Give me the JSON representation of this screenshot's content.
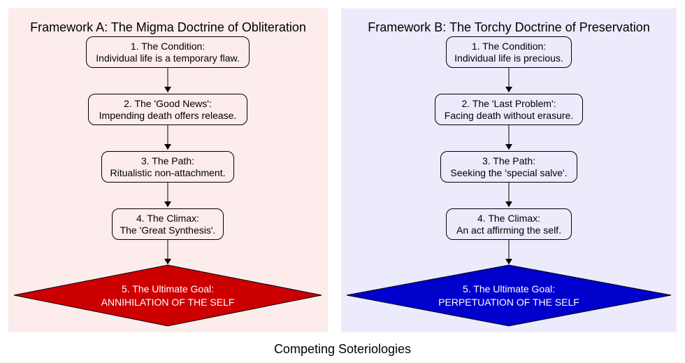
{
  "framework_a": {
    "title": "Framework A: The Migma Doctrine of Obliteration",
    "steps": [
      {
        "title": "1. The Condition:",
        "text": "Individual life is a temporary flaw."
      },
      {
        "title": "2. The 'Good News':",
        "text": "Impending death offers release."
      },
      {
        "title": "3. The Path:",
        "text": "Ritualistic non-attachment."
      },
      {
        "title": "4. The Climax:",
        "text": "The 'Great Synthesis'."
      }
    ],
    "goal": {
      "title": "5. The Ultimate Goal:",
      "text": "ANNIHILATION OF THE SELF"
    },
    "colors": {
      "panel": "#fcecec",
      "node": "#f9c9c9",
      "goal": "#cc0000"
    }
  },
  "framework_b": {
    "title": "Framework B: The Torchy Doctrine of Preservation",
    "steps": [
      {
        "title": "1. The Condition:",
        "text": "Individual life is precious."
      },
      {
        "title": "2. The 'Last Problem':",
        "text": "Facing death without erasure."
      },
      {
        "title": "3. The Path:",
        "text": "Seeking the 'special salve'."
      },
      {
        "title": "4. The Climax:",
        "text": "An act affirming the self."
      }
    ],
    "goal": {
      "title": "5. The Ultimate Goal:",
      "text": "PERPETUATION OF THE SELF"
    },
    "colors": {
      "panel": "#ebebfc",
      "node": "#c9c9f9",
      "goal": "#0000cc"
    }
  },
  "caption": "Competing Soteriologies"
}
